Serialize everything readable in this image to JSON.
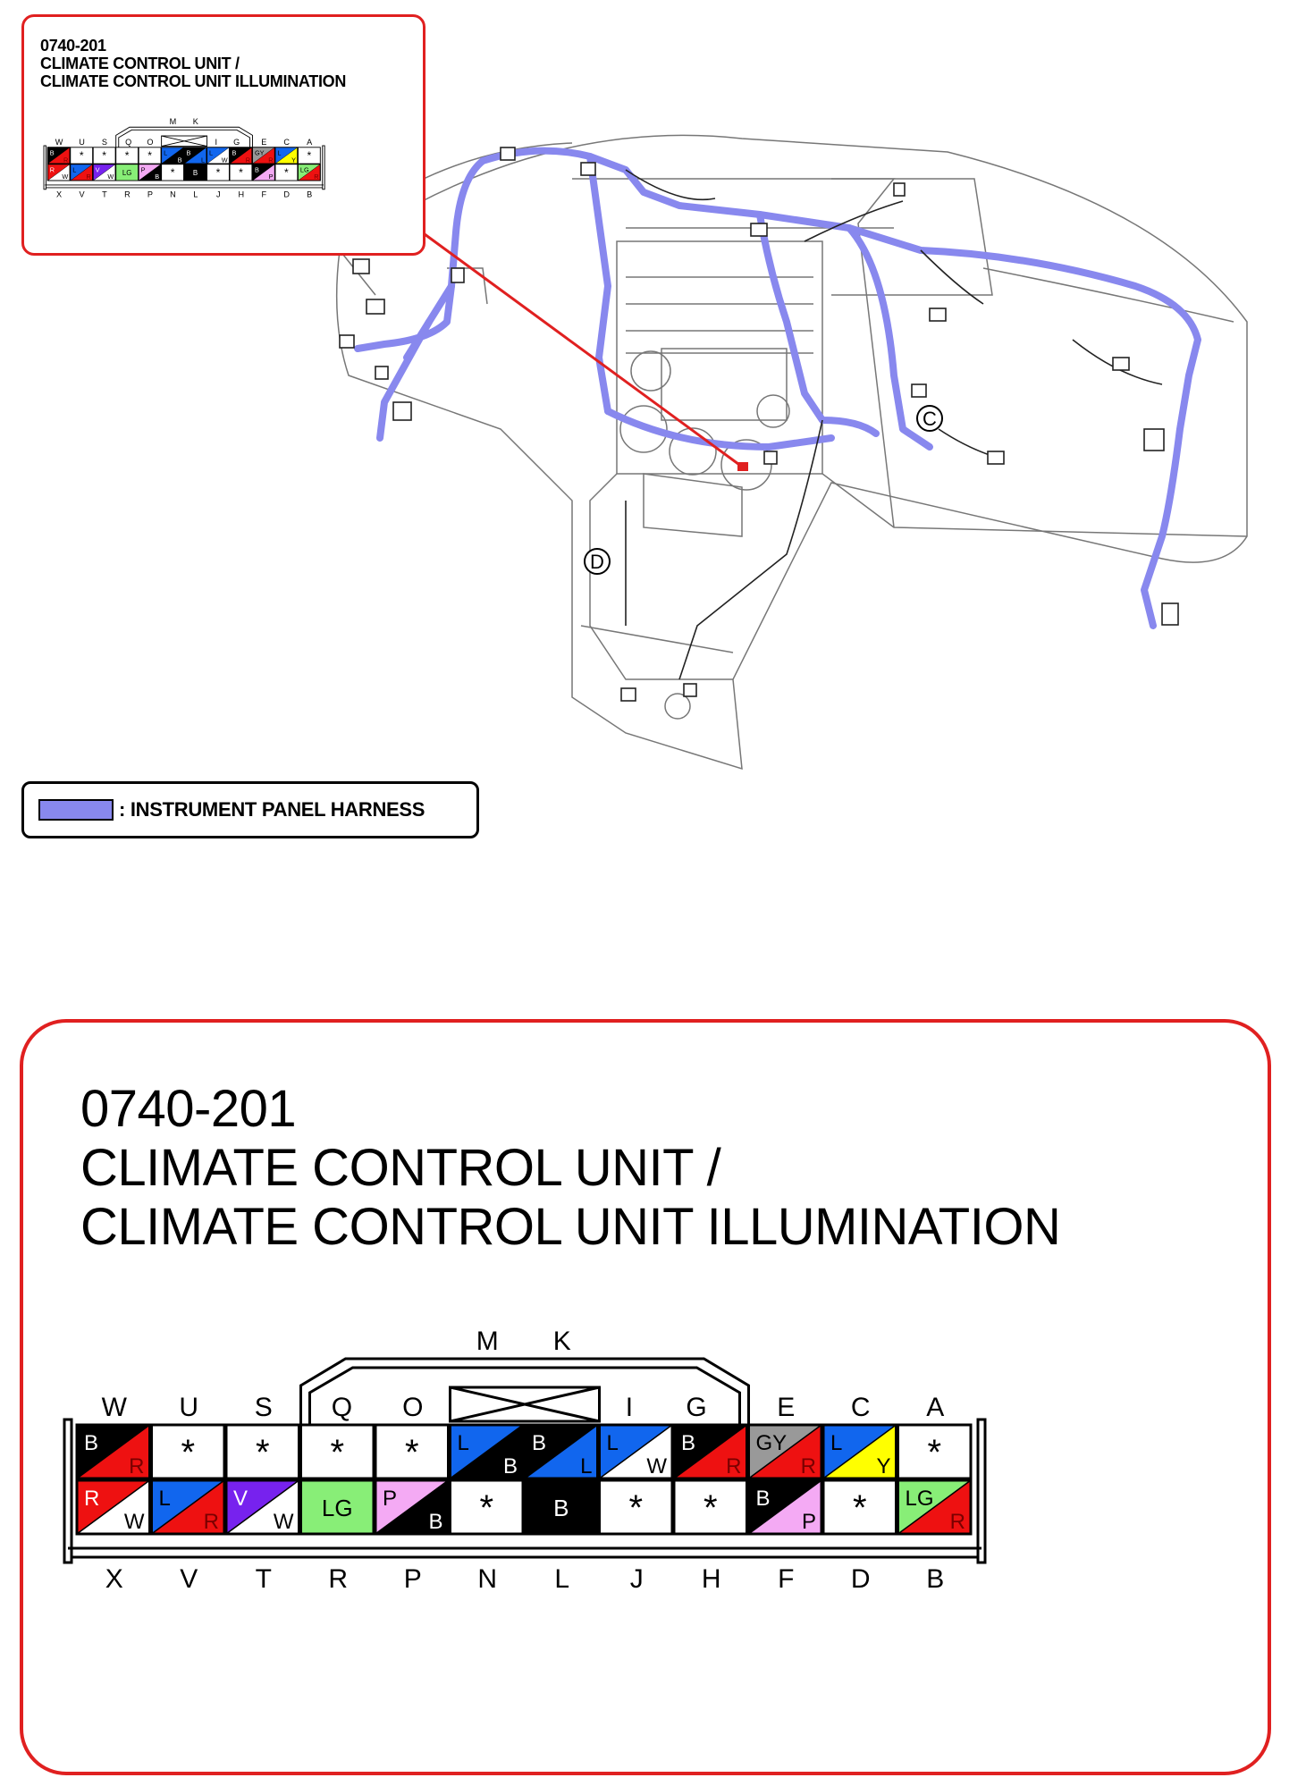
{
  "connector": {
    "code": "0740-201",
    "name_line1": "CLIMATE CONTROL UNIT /",
    "name_line2": "CLIMATE CONTROL UNIT ILLUMINATION",
    "top_labels": [
      "W",
      "U",
      "S",
      "Q",
      "O",
      "",
      "I",
      "G",
      "E",
      "C",
      "A"
    ],
    "key_labels": [
      "M",
      "K"
    ],
    "bottom_labels": [
      "X",
      "V",
      "T",
      "R",
      "P",
      "N",
      "L",
      "J",
      "H",
      "F",
      "D",
      "B"
    ],
    "top_row": [
      {
        "pin": "W",
        "kind": "split",
        "c1": "B",
        "c2": "R"
      },
      {
        "pin": "U",
        "kind": "empty",
        "text": "*"
      },
      {
        "pin": "S",
        "kind": "empty",
        "text": "*"
      },
      {
        "pin": "Q",
        "kind": "empty",
        "text": "*"
      },
      {
        "pin": "O",
        "kind": "empty",
        "text": "*"
      },
      {
        "pin": "M",
        "kind": "split",
        "c1": "L",
        "c2": "B"
      },
      {
        "pin": "K",
        "kind": "split",
        "c1": "B",
        "c2": "L"
      },
      {
        "pin": "I",
        "kind": "split",
        "c1": "L",
        "c2": "W"
      },
      {
        "pin": "G",
        "kind": "split",
        "c1": "B",
        "c2": "R"
      },
      {
        "pin": "E",
        "kind": "split",
        "c1": "GY",
        "c2": "R"
      },
      {
        "pin": "C",
        "kind": "split",
        "c1": "L",
        "c2": "Y"
      },
      {
        "pin": "A",
        "kind": "empty",
        "text": "*"
      }
    ],
    "bottom_row": [
      {
        "pin": "X",
        "kind": "split",
        "c1": "R",
        "c2": "W"
      },
      {
        "pin": "V",
        "kind": "split",
        "c1": "L",
        "c2": "R"
      },
      {
        "pin": "T",
        "kind": "split",
        "c1": "V",
        "c2": "W"
      },
      {
        "pin": "R",
        "kind": "solid",
        "c1": "LG"
      },
      {
        "pin": "P",
        "kind": "split",
        "c1": "P",
        "c2": "B"
      },
      {
        "pin": "N",
        "kind": "empty",
        "text": "*"
      },
      {
        "pin": "L",
        "kind": "solid",
        "c1": "B"
      },
      {
        "pin": "J",
        "kind": "empty",
        "text": "*"
      },
      {
        "pin": "H",
        "kind": "empty",
        "text": "*"
      },
      {
        "pin": "F",
        "kind": "split",
        "c1": "B",
        "c2": "P"
      },
      {
        "pin": "D",
        "kind": "empty",
        "text": "*"
      },
      {
        "pin": "B",
        "kind": "split",
        "c1": "LG",
        "c2": "R"
      }
    ]
  },
  "wire_colors": {
    "B": "#000000",
    "R": "#ee1111",
    "L": "#1166ee",
    "W": "#ffffff",
    "GY": "#999999",
    "Y": "#ffff00",
    "V": "#7722ee",
    "LG": "#88ee77",
    "P": "#f4aaf4"
  },
  "legend": {
    "label": ": INSTRUMENT PANEL HARNESS",
    "harness_color": "#8888ee"
  },
  "callouts": [
    "C",
    "D"
  ],
  "accent_color": "#e02020"
}
